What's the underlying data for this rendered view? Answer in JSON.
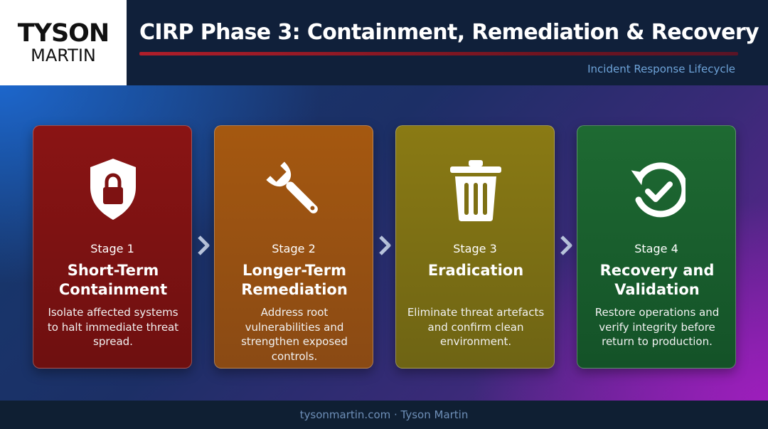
{
  "logo": {
    "top": "TYSON",
    "bottom": "MARTIN"
  },
  "header": {
    "title": "CIRP Phase 3: Containment, Remediation & Recovery",
    "subtitle": "Incident Response Lifecycle"
  },
  "stages": [
    {
      "stage": "Stage 1",
      "title": "Short-Term Containment",
      "desc": "Isolate affected systems to halt immediate threat spread.",
      "icon": "shield-lock-icon",
      "color": "#7e1212"
    },
    {
      "stage": "Stage 2",
      "title": "Longer-Term Remediation",
      "desc": "Address root vulnerabilities and strengthen exposed controls.",
      "icon": "wrench-icon",
      "color": "#9a5212"
    },
    {
      "stage": "Stage 3",
      "title": "Eradication",
      "desc": "Eliminate threat artefacts and confirm clean environment.",
      "icon": "trash-icon",
      "color": "#7e7014"
    },
    {
      "stage": "Stage 4",
      "title": "Recovery and Validation",
      "desc": "Restore operations and verify integrity before return to production.",
      "icon": "restore-check-icon",
      "color": "#1a5e2e"
    }
  ],
  "footer": {
    "text": "tysonmartin.com · Tyson Martin"
  },
  "colors": {
    "accent_rule": "#b01e2a",
    "subtitle": "#6ea3d8",
    "footer_text": "#6e8fb8"
  }
}
